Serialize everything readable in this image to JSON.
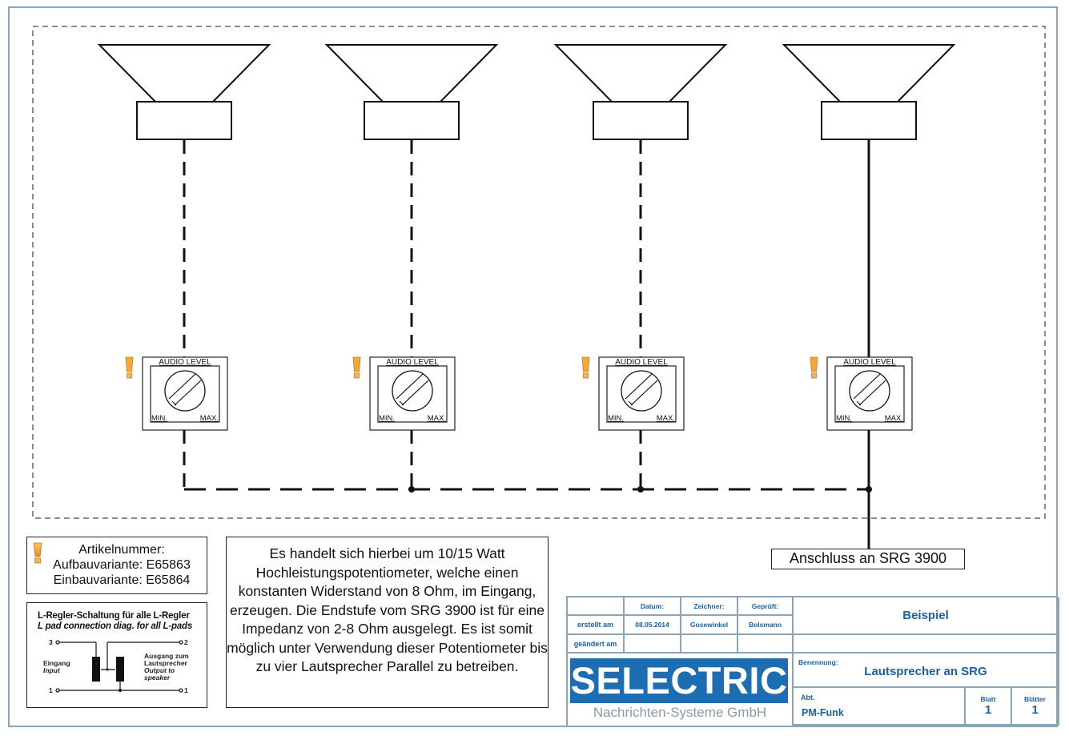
{
  "diagram": {
    "speakers": [
      {
        "id": "speaker-1",
        "connection": "dashed"
      },
      {
        "id": "speaker-2",
        "connection": "dashed"
      },
      {
        "id": "speaker-3",
        "connection": "dashed"
      },
      {
        "id": "speaker-4",
        "connection": "solid"
      }
    ],
    "potentiometer": {
      "title": "AUDIO LEVEL",
      "min_label": "MIN.",
      "max_label": "MAX."
    },
    "connection_label": "Anschluss an SRG 3900",
    "colors": {
      "line": "#111111",
      "dashed_border": "#666666",
      "frame": "#8aa4b8",
      "warning": "#f0a830"
    }
  },
  "artikel": {
    "title": "Artikelnummer:",
    "line1": "Aufbauvariante: E65863",
    "line2": "Einbauvariante: E65864"
  },
  "lpad": {
    "title_de": "L-Regler-Schaltung für alle L-Regler",
    "title_en": "L pad connection diag. for all L-pads",
    "pin3": "3",
    "pin2": "2",
    "pin1_left": "1",
    "pin1_right": "1",
    "input_de": "Eingang",
    "input_en": "Input",
    "output_de1": "Ausgang zum",
    "output_de2": "Lautsprecher",
    "output_en1": "Output to",
    "output_en2": "speaker"
  },
  "note": {
    "text": "Es handelt sich hierbei um 10/15 Watt Hochleistungspotentiometer, welche einen konstanten Widerstand von 8 Ohm, im Eingang, erzeugen. Die Endstufe vom SRG 3900 ist für eine Impedanz von 2-8 Ohm ausgelegt. Es ist somit möglich unter Verwendung dieser Potentiometer bis zu vier Lautsprecher Parallel zu betreiben."
  },
  "titleblock": {
    "headers": {
      "datum": "Datum:",
      "zeichner": "Zeichner:",
      "geprueft": "Geprüft:"
    },
    "erstellt": {
      "label": "erstellt am",
      "datum": "08.05.2014",
      "zeichner": "Gosewinkel",
      "geprueft": "Bolsmann"
    },
    "geaendert": {
      "label": "geändert am"
    },
    "project": "Beispiel",
    "benennung_label": "Benennung:",
    "benennung": "Lautsprecher an SRG",
    "abt_label": "Abt.",
    "abt": "PM-Funk",
    "blatt_label": "Blatt",
    "blatt": "1",
    "blaetter_label": "Blätter",
    "blaetter": "1",
    "company": "SELECTRIC",
    "company_sub": "Nachrichten-Systeme GmbH",
    "accent": "#1d6db2"
  }
}
